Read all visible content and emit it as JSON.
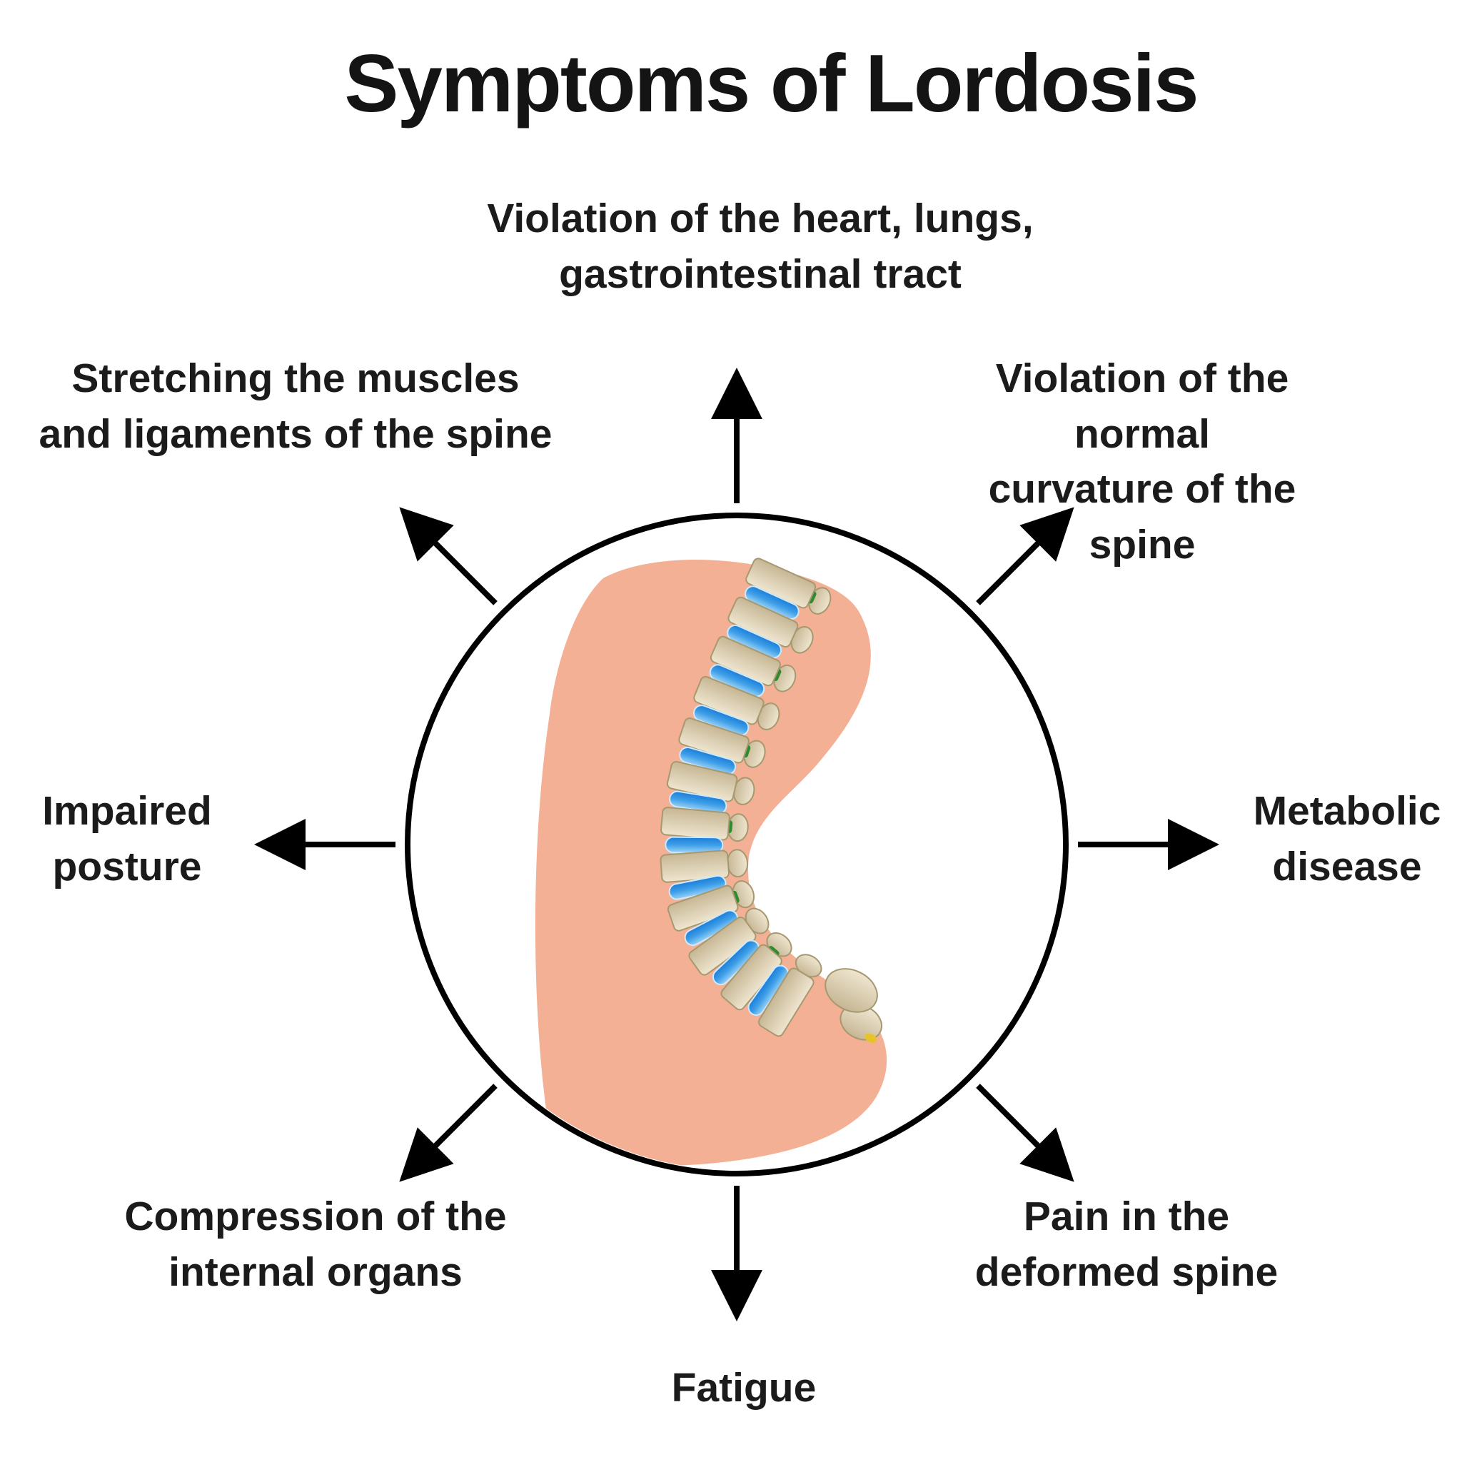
{
  "title": "Symptoms of Lordosis",
  "labels": {
    "top": {
      "text": "Violation of the heart, lungs,\ngastrointestinal tract"
    },
    "top_right": {
      "text": "Violation of the normal\ncurvature of the spine"
    },
    "right": {
      "text": "Metabolic\ndisease"
    },
    "bottom_right": {
      "text": "Pain in the\ndeformed spine"
    },
    "bottom": {
      "text": "Fatigue"
    },
    "bottom_left": {
      "text": "Compression of the\ninternal organs"
    },
    "left": {
      "text": "Impaired\nposture"
    },
    "top_left": {
      "text": "Stretching the muscles\nand ligaments of the spine"
    }
  },
  "illustration": {
    "subject": "side-view torso with lordotic spine curve",
    "vertebra_count": 12
  },
  "colors": {
    "text": "#1b1b1b",
    "arrow": "#000000",
    "circle_stroke": "#000000",
    "skin": "#f4b095",
    "vertebra_tan": "#d8cdb0",
    "vertebra_stroke": "#a6986f",
    "disc_blue": "#2488dd",
    "nerve_green": "#2e8b2e",
    "sacrum_yellow": "#e7c32b"
  }
}
